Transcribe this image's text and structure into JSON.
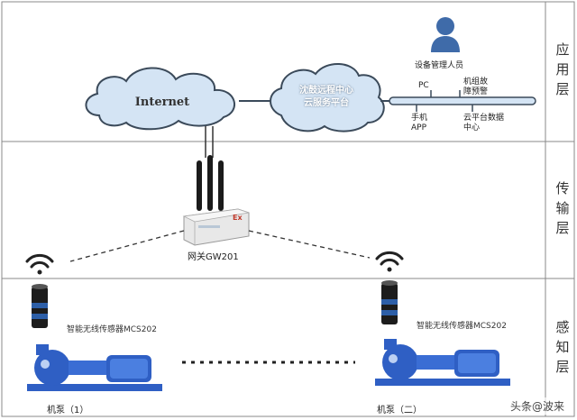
{
  "layers": {
    "application": "应\n用\n层",
    "transport": "传\n输\n层",
    "perception": "感\n知\n层"
  },
  "application": {
    "internet_label": "Internet",
    "cloud_center_label": "沈鼓远程中心\n云服务平台",
    "admin_label": "设备管理人员",
    "pc_label": "PC",
    "alarm_label": "机组故\n障预警",
    "mobile_label": "手机\nAPP",
    "datacenter_label": "云平台数据\n中心"
  },
  "transport": {
    "gateway_label": "网关GW201",
    "gateway_badge": "Ex"
  },
  "perception": {
    "sensor_left_label": "智能无线传感器MCS202",
    "sensor_right_label": "智能无线传感器MCS202",
    "pump_left_label": "机泵（1）",
    "pump_right_label": "机泵（二）"
  },
  "watermark": "头条@波来",
  "colors": {
    "cloud_fill": "#d4e4f4",
    "cloud_stroke": "#3b4a5a",
    "pump_blue": "#2f5fc4",
    "layer_line": "#7a7a7a"
  }
}
